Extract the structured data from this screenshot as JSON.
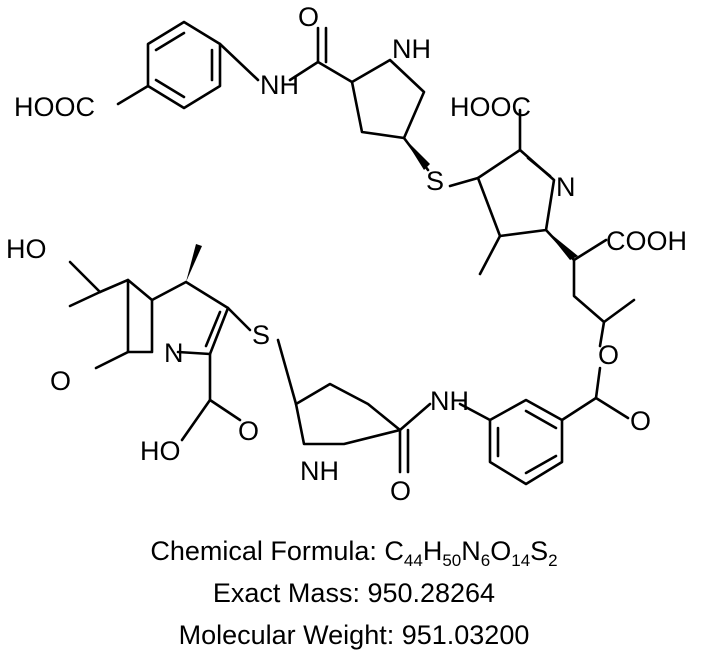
{
  "labels": {
    "hooc": "HOOC",
    "nh": "NH",
    "h": "H",
    "n": "N",
    "o": "O",
    "s": "S",
    "cooh": "COOH",
    "ho": "HO",
    "hooc_top": "HOOC"
  },
  "caption": {
    "formula_label": "Chemical Formula: ",
    "formula_parts": [
      {
        "t": "C",
        "sub": false
      },
      {
        "t": "44",
        "sub": true
      },
      {
        "t": "H",
        "sub": false
      },
      {
        "t": "50",
        "sub": true
      },
      {
        "t": "N",
        "sub": false
      },
      {
        "t": "6",
        "sub": true
      },
      {
        "t": "O",
        "sub": false
      },
      {
        "t": "14",
        "sub": true
      },
      {
        "t": "S",
        "sub": false
      },
      {
        "t": "2",
        "sub": true
      }
    ],
    "exact_mass": "Exact Mass: 950.28264",
    "molecular_weight": "Molecular Weight: 951.03200"
  }
}
